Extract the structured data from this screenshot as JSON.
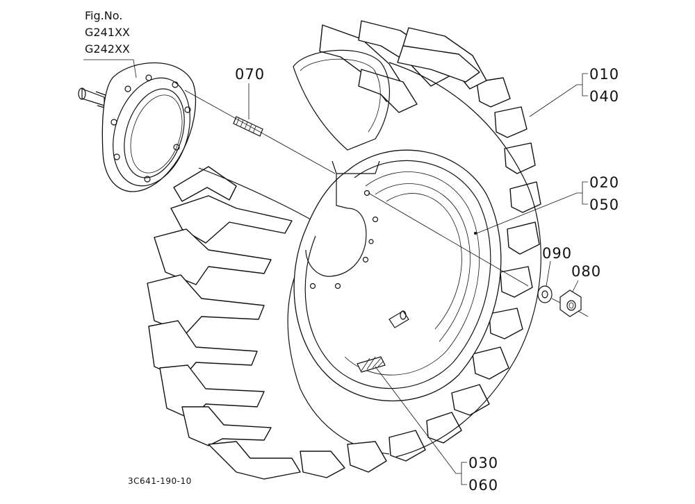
{
  "figure": {
    "fig_no_label": "Fig.No.",
    "fig_codes": [
      "G241XX",
      "G242XX"
    ],
    "drawing_code": "3C641-190-10"
  },
  "parts": {
    "p070": "070",
    "p010": "010",
    "p040": "040",
    "p020": "020",
    "p050": "050",
    "p090": "090",
    "p080": "080",
    "p030": "030",
    "p060": "060"
  }
}
